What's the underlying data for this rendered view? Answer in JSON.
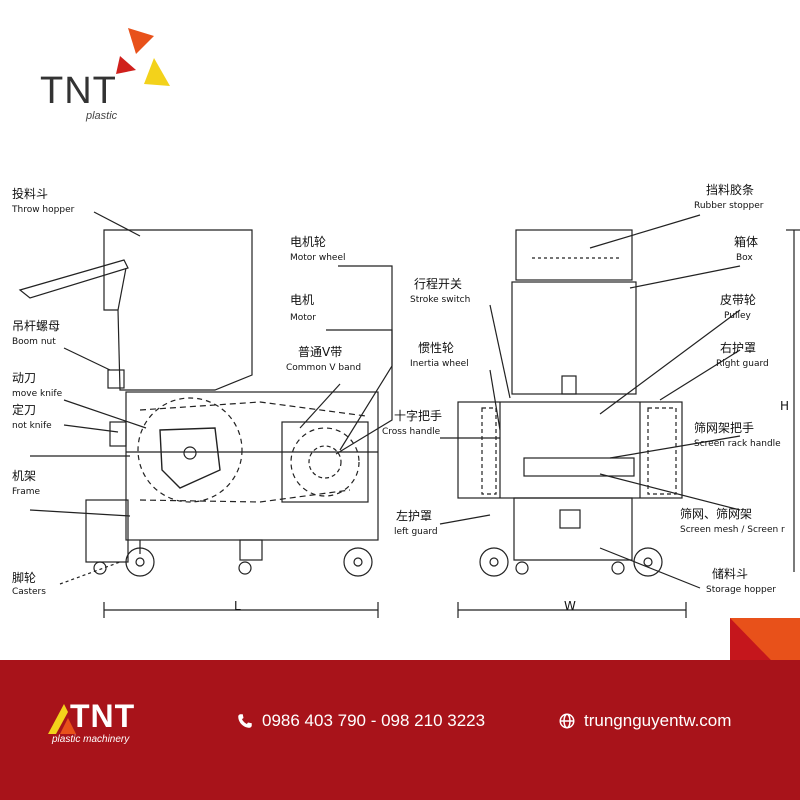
{
  "brand": {
    "top_logo": "TNT",
    "top_sub": "plastic",
    "footer_logo": "TNT",
    "footer_sub": "plastic machinery",
    "colors": {
      "red": "#a8131a",
      "orange": "#e8511a",
      "yellow": "#f3d21b"
    }
  },
  "diagram": {
    "labels": {
      "throw_hopper_cn": "投料斗",
      "throw_hopper_en": "Throw hopper",
      "boom_nut_cn": "吊杆螺母",
      "boom_nut_en": "Boom nut",
      "move_knife_cn": "动刀",
      "move_knife_en": "move knife",
      "not_knife_cn": "定刀",
      "not_knife_en": "not knife",
      "frame_cn": "机架",
      "frame_en": "Frame",
      "casters_cn": "脚轮",
      "casters_en": "Casters",
      "motor_wheel_cn": "电机轮",
      "motor_wheel_en": "Motor wheel",
      "motor_cn": "电机",
      "motor_en": "Motor",
      "v_band_cn": "普通V带",
      "v_band_en": "Common V band",
      "stroke_switch_cn": "行程开关",
      "stroke_switch_en": "Stroke switch",
      "inertia_wheel_cn": "惯性轮",
      "inertia_wheel_en": "Inertia wheel",
      "cross_handle_cn": "十字把手",
      "cross_handle_en": "Cross handle",
      "left_guard_cn": "左护罩",
      "left_guard_en": "left guard",
      "rubber_stopper_cn": "挡料胶条",
      "rubber_stopper_en": "Rubber stopper",
      "box_cn": "箱体",
      "box_en": "Box",
      "pulley_cn": "皮带轮",
      "pulley_en": "Pulley",
      "right_guard_cn": "右护罩",
      "right_guard_en": "Right guard",
      "screen_rack_cn": "筛网架把手",
      "screen_rack_en": "Screen rack handle",
      "screen_mesh_cn": "筛网、筛网架",
      "screen_mesh_en": "Screen mesh / Screen r",
      "storage_hopper_cn": "储料斗",
      "storage_hopper_en": "Storage hopper",
      "dim_l": "L",
      "dim_w": "W",
      "dim_h": "H"
    }
  },
  "footer": {
    "phone": "0986 403 790 - 098 210 3223",
    "website": "trungnguyentw.com"
  }
}
